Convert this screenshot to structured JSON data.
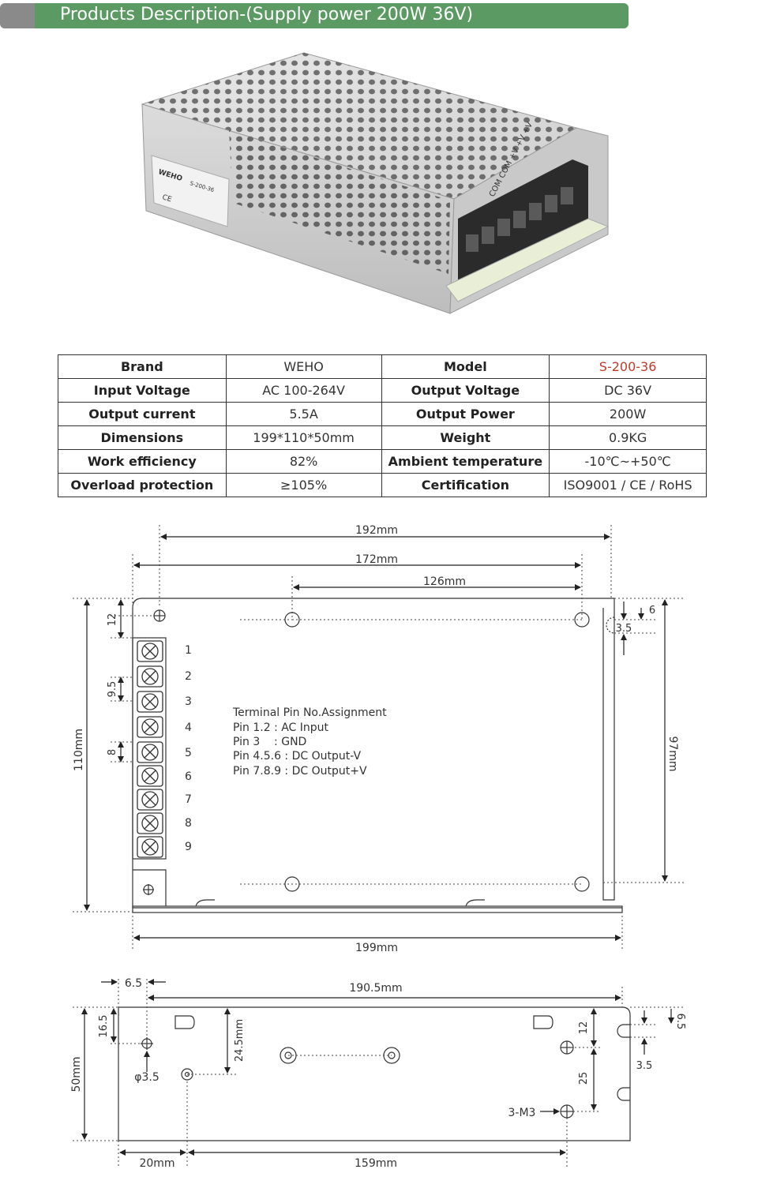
{
  "header": {
    "title": "Products Description-(Supply power 200W 36V)"
  },
  "product_label": {
    "brand": "WEHO",
    "model": "S-200-36",
    "mark": "CE",
    "terminal_labels": "COM COM +V +V +V"
  },
  "specs": [
    {
      "k1": "Brand",
      "v1": "WEHO",
      "k2": "Model",
      "v2": "S-200-36"
    },
    {
      "k1": "Input Voltage",
      "v1": "AC 100-264V",
      "k2": "Output Voltage",
      "v2": "DC 36V"
    },
    {
      "k1": "Output current",
      "v1": "5.5A",
      "k2": "Output Power",
      "v2": "200W"
    },
    {
      "k1": "Dimensions",
      "v1": "199*110*50mm",
      "k2": "Weight",
      "v2": "0.9KG"
    },
    {
      "k1": "Work efficiency",
      "v1": "82%",
      "k2": "Ambient temperature",
      "v2": "-10℃~+50℃"
    },
    {
      "k1": "Overload protection",
      "v1": "≥105%",
      "k2": "Certification",
      "v2": "ISO9001 / CE / RoHS"
    }
  ],
  "top_view": {
    "dims": {
      "d192": "192mm",
      "d172": "172mm",
      "d126": "126mm",
      "d199": "199mm",
      "d110": "110mm",
      "d97": "97mm",
      "d12": "12",
      "d95": "9.5",
      "d8": "8",
      "d6": "6",
      "d35": "3.5"
    },
    "pins": [
      "1",
      "2",
      "3",
      "4",
      "5",
      "6",
      "7",
      "8",
      "9"
    ],
    "note": [
      "Terminal Pin No.Assignment",
      "Pin 1.2 : AC Input",
      "Pin 3    : GND",
      "Pin 4.5.6 : DC Output-V",
      "Pin 7.8.9 : DC Output+V"
    ]
  },
  "side_view": {
    "dims": {
      "d65": "6.5",
      "d1905": "190.5mm",
      "d165": "16.5",
      "d50": "50mm",
      "d245": "24.5mm",
      "phi": "φ3.5",
      "d20": "20mm",
      "d159": "159mm",
      "d12": "12",
      "d25": "25",
      "m3": "3-M3",
      "d65r": "6.5",
      "d35r": "3.5"
    }
  }
}
